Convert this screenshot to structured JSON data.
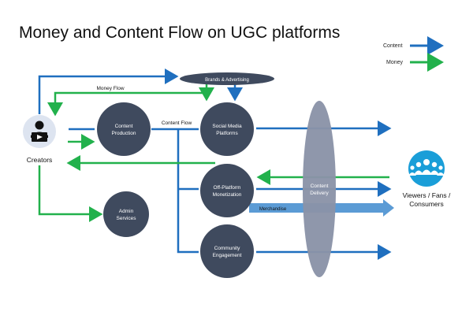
{
  "title": "Money and Content Flow on UGC platforms",
  "legend": [
    {
      "label": "Content",
      "color": "#1f6fbf"
    },
    {
      "label": "Money",
      "color": "#22b14c"
    }
  ],
  "nodes": {
    "creators": "Creators",
    "brands": "Brands & Advertising",
    "content_production": [
      "Content",
      "Production"
    ],
    "social_media": [
      "Social Media",
      "Platforms"
    ],
    "off_platform": [
      "Off-Platform",
      "Monetization"
    ],
    "admin": [
      "Admin",
      "Services"
    ],
    "community": [
      "Community",
      "Engagement"
    ],
    "content_delivery": [
      "Content",
      "Delivery"
    ],
    "viewers": [
      "Viewers / Fans /",
      "Consumers"
    ]
  },
  "labels": {
    "money_flow": "Money Flow",
    "content_flow": "Content Flow",
    "merchandise": "Merchandise"
  },
  "icons": {
    "creator": "creator-computer-icon",
    "viewers": "audience-group-icon"
  },
  "colors": {
    "node": "#3f4a5e",
    "delivery": "#8a93a8",
    "content": "#1f6fbf",
    "money": "#22b14c",
    "merch": "#5b9bd5",
    "viewers_icon": "#1a9ed8"
  }
}
